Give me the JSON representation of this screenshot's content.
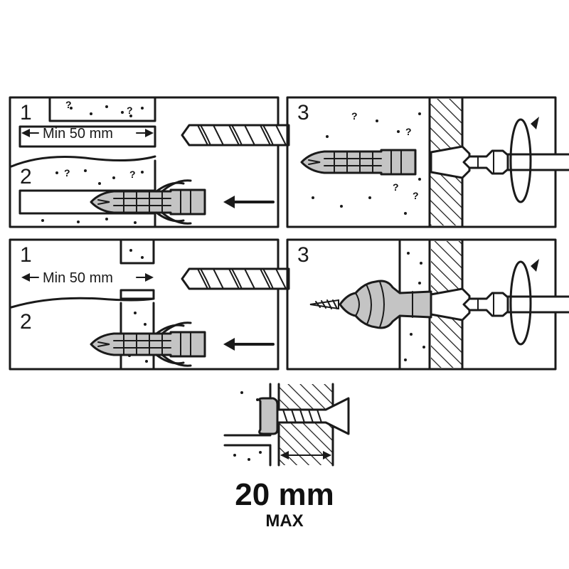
{
  "panels": {
    "top_left": {
      "step_drill": "1",
      "step_insert": "2",
      "distance_label": "Min 50 mm"
    },
    "top_right": {
      "step": "3"
    },
    "bottom_left": {
      "step_drill": "1",
      "step_insert": "2",
      "distance_label": "Min 50 mm"
    },
    "bottom_right": {
      "step": "3"
    }
  },
  "footer": {
    "value": "20 mm",
    "qualifier": "MAX"
  },
  "icons": [
    "drill-bit-icon",
    "wall-plug-icon",
    "screw-icon",
    "screwdriver-icon",
    "rotation-arrow-icon",
    "insert-arrow-icon",
    "dimension-arrow-icon"
  ],
  "colors": {
    "line": "#1a1a1a",
    "plug_fill": "#c4c4c4",
    "background": "#ffffff"
  }
}
